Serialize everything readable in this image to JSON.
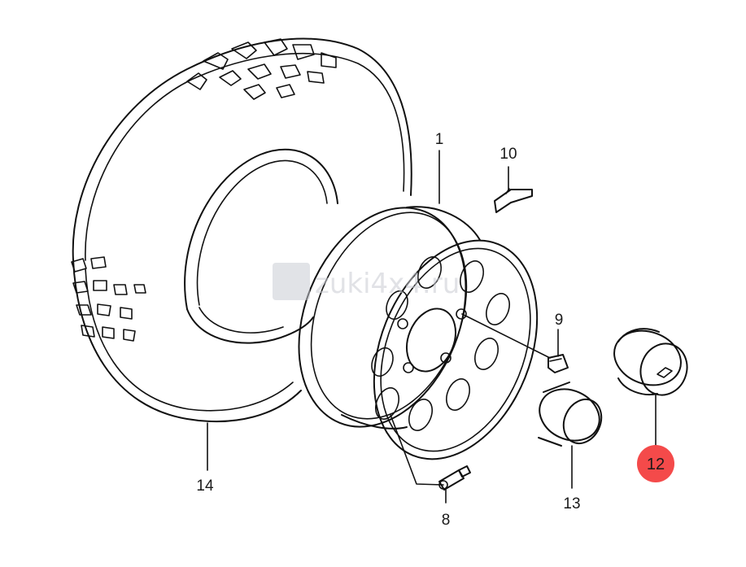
{
  "diagram": {
    "callouts": [
      {
        "id": "c1",
        "text": "1"
      },
      {
        "id": "c8",
        "text": "8"
      },
      {
        "id": "c9",
        "text": "9"
      },
      {
        "id": "c10",
        "text": "10"
      },
      {
        "id": "c12",
        "text": "12",
        "highlighted": true
      },
      {
        "id": "c13",
        "text": "13"
      },
      {
        "id": "c14",
        "text": "14"
      }
    ],
    "highlight_color": "#f44a4a",
    "watermark": "zuki4x4.ru",
    "watermark_logo": "suzuki-s-logo-icon"
  }
}
